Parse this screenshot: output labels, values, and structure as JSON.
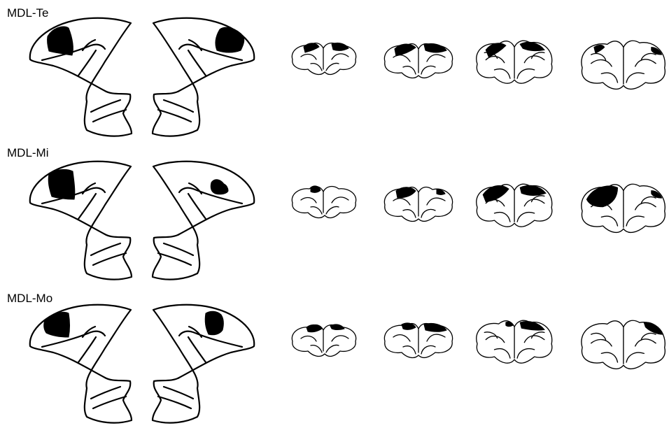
{
  "figure": {
    "background": "#ffffff",
    "lesion_color": "#000000",
    "rows": [
      {
        "label": "MDL-Te"
      },
      {
        "label": "MDL-Mi"
      },
      {
        "label": "MDL-Mo"
      }
    ]
  }
}
